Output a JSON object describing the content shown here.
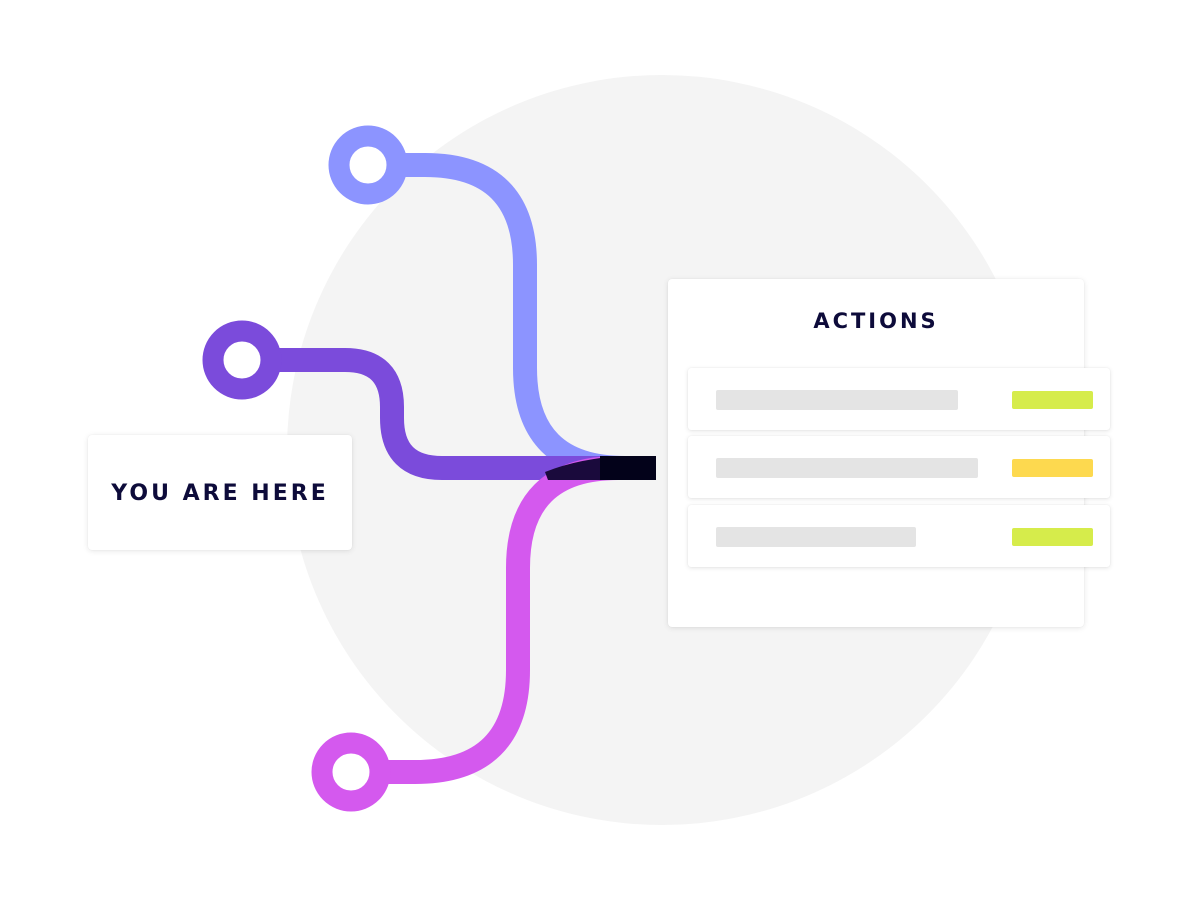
{
  "you_are_here": {
    "label": "YOU ARE HERE"
  },
  "actions": {
    "title": "ACTIONS",
    "items": [
      {
        "status": "lime"
      },
      {
        "status": "yellow"
      },
      {
        "status": "lime"
      }
    ]
  },
  "colors": {
    "background_circle": "#f4f4f4",
    "path_top": "#8c94ff",
    "path_middle": "#7b4bdb",
    "path_bottom": "#d459ee",
    "junction": "#03021a",
    "text": "#0d0b3a",
    "placeholder_bar": "#e4e4e4",
    "tag_lime": "#d6ec4b",
    "tag_yellow": "#fdd94f"
  }
}
